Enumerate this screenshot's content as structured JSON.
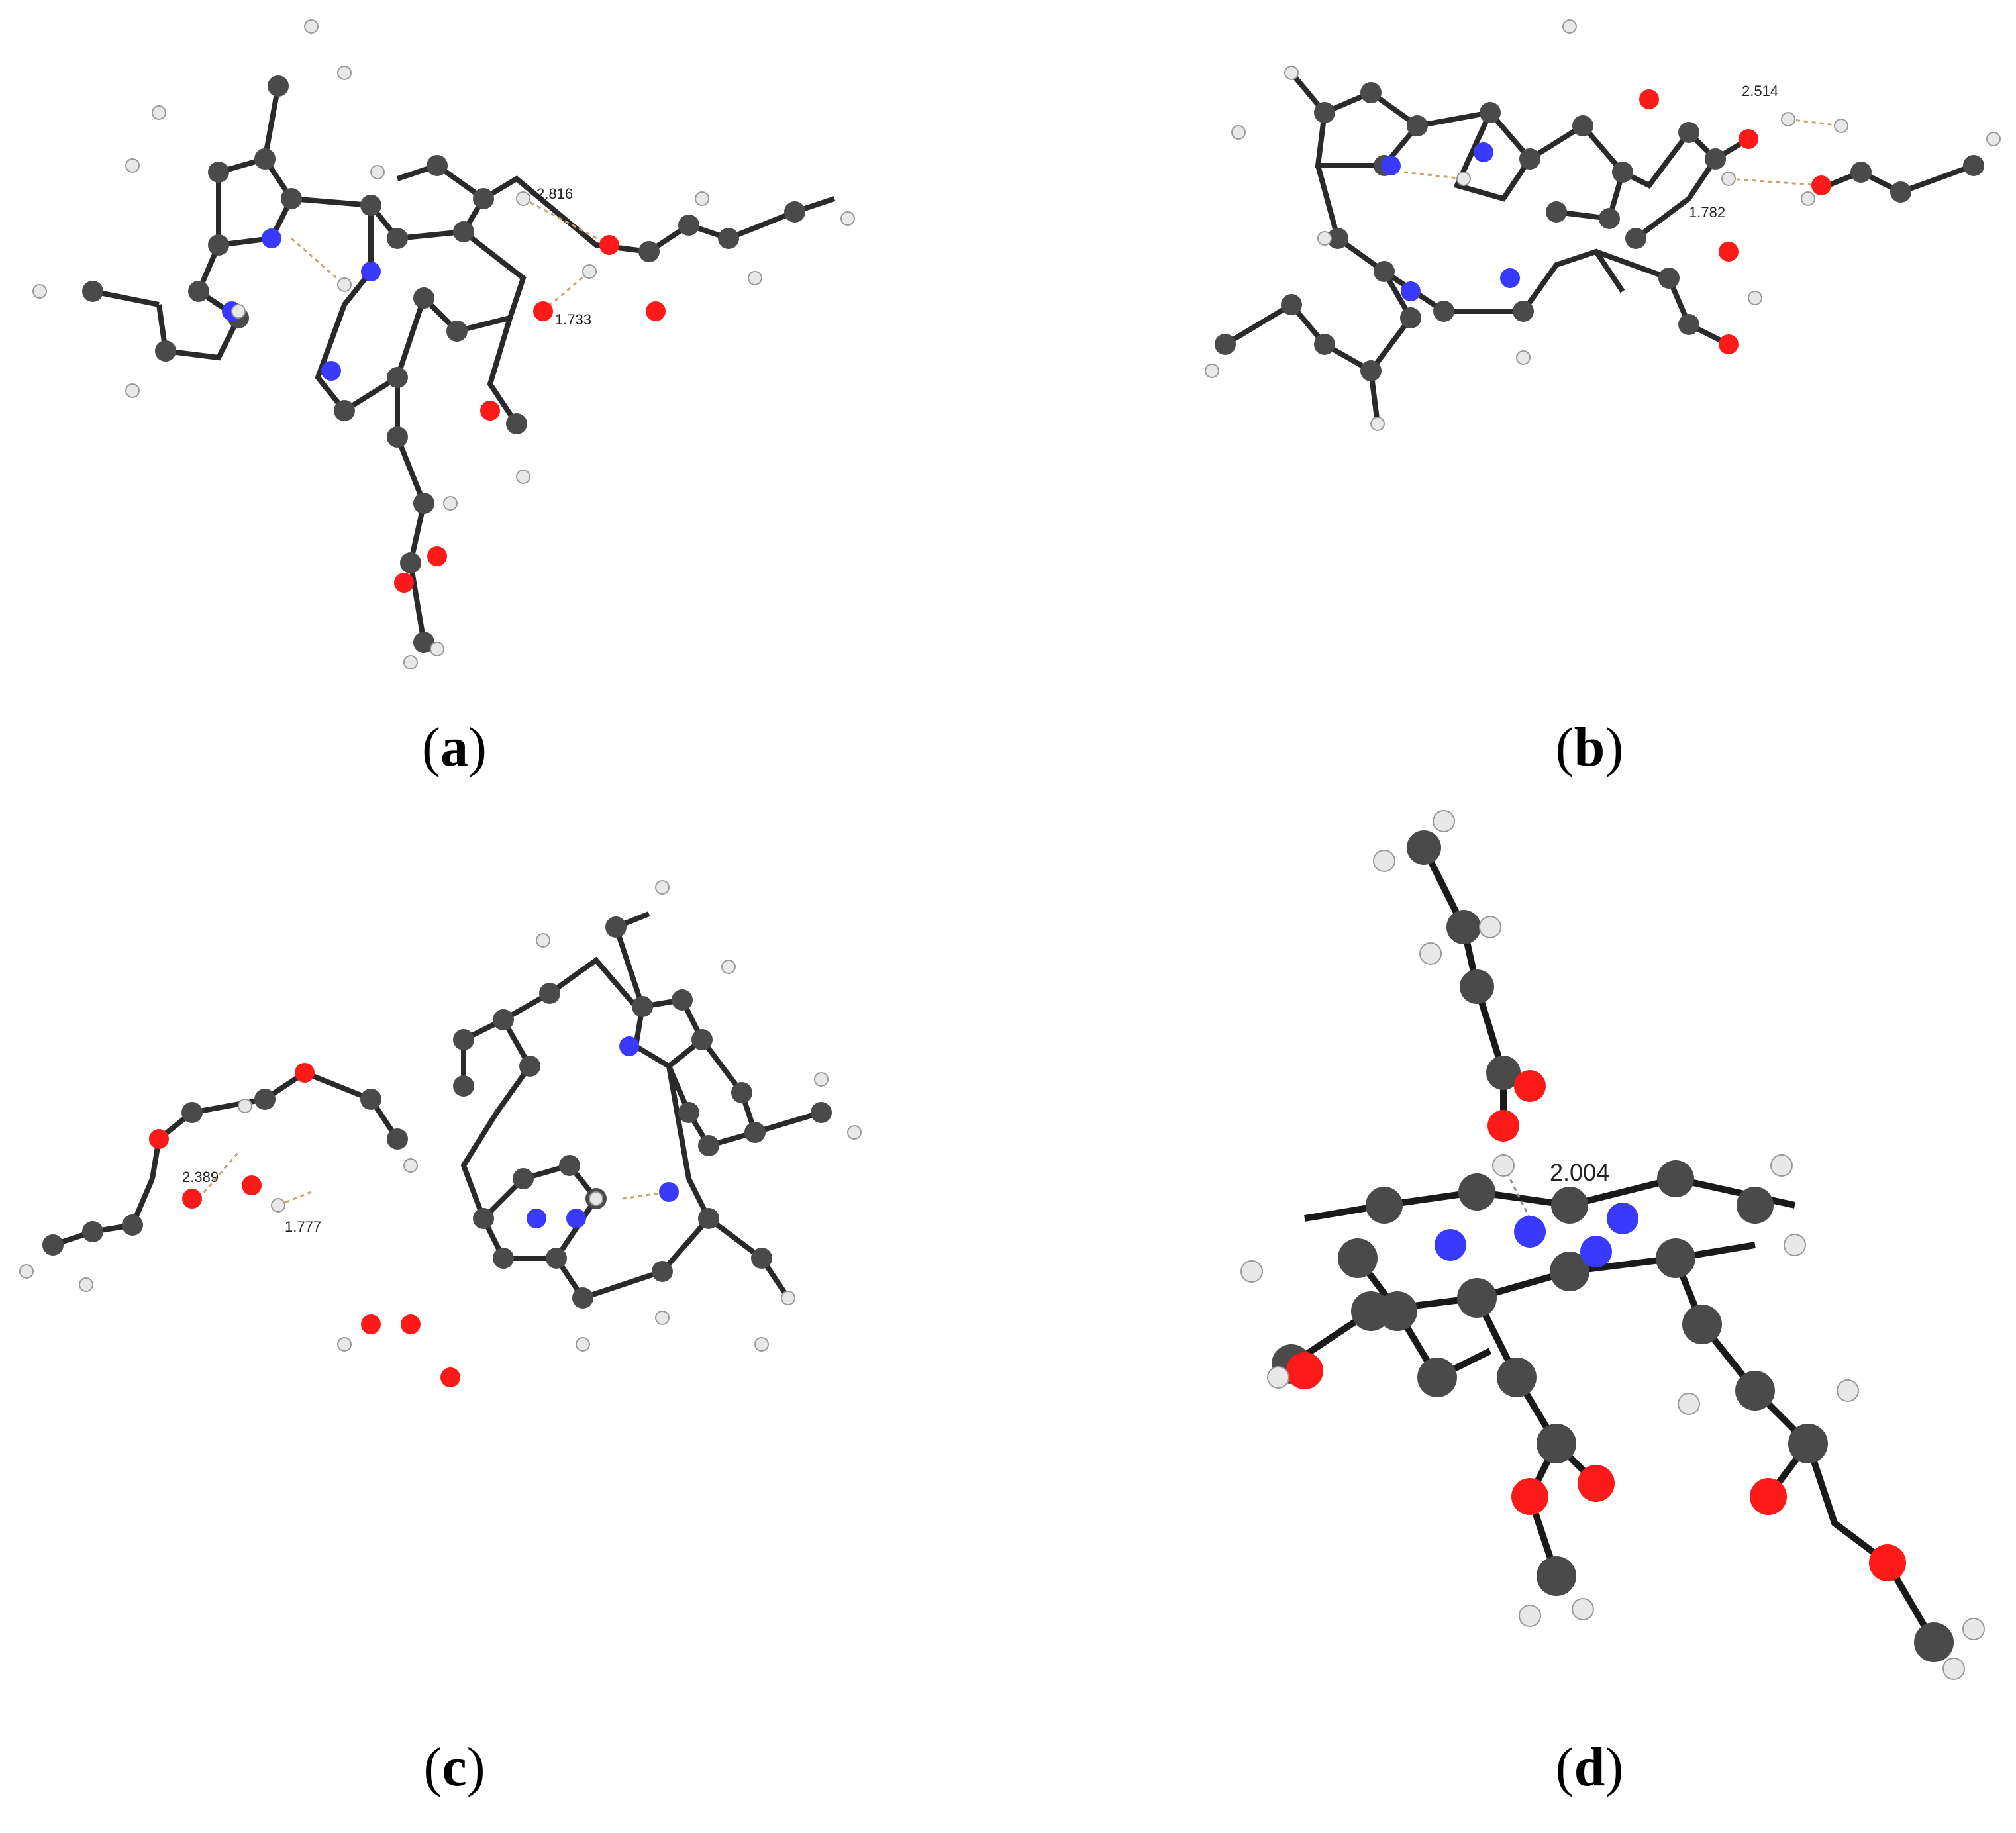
{
  "figure": {
    "panels": [
      {
        "id": "a",
        "caption_open": "(",
        "caption_letter": "a",
        "caption_close": ")",
        "distances": [
          "2.816",
          "1.733"
        ]
      },
      {
        "id": "b",
        "caption_open": "(",
        "caption_letter": "b",
        "caption_close": ")",
        "distances": [
          "2.514",
          "1.782"
        ]
      },
      {
        "id": "c",
        "caption_open": "(",
        "caption_letter": "c",
        "caption_close": ")",
        "distances": [
          "2.389",
          "1.777"
        ]
      },
      {
        "id": "d",
        "caption_open": "(",
        "caption_letter": "d",
        "caption_close": ")",
        "distances": [
          "2.004"
        ]
      }
    ],
    "atom_colors": {
      "carbon": "#4a4a4a",
      "hydrogen": "#e8e8e8",
      "nitrogen": "#3a3aff",
      "oxygen": "#ff1a1a"
    },
    "hbond_color": "#c9a46a"
  }
}
